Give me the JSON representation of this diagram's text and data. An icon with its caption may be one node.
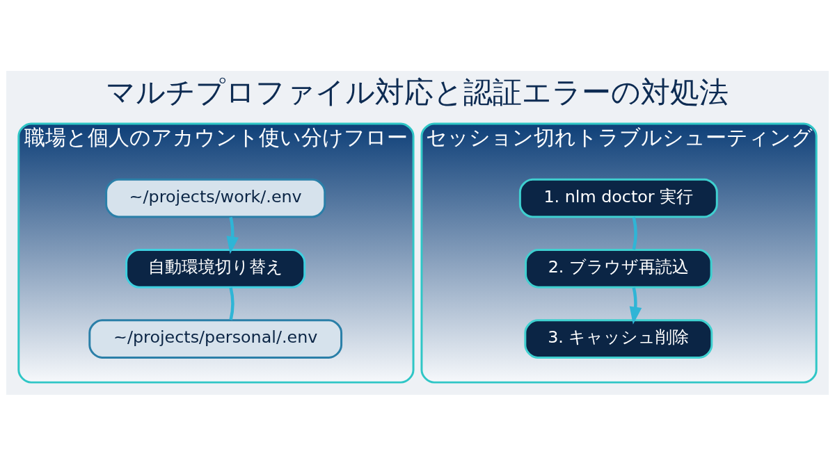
{
  "diagram": {
    "title": "マルチプロファイル対応と認証エラーの対処法",
    "nodes": [
      {
        "text": [
          "職場と個人のアカウント使い分けフロー"
        ]
      },
      {
        "text": [
          "~/projects/work/.env"
        ],
        "in": 0
      },
      {
        "text": [
          "自動環境切り替え"
        ],
        "in": 0
      },
      {
        "text": [
          "~/projects/personal/.env"
        ],
        "in": 0
      },
      {
        "text": [
          "セッション切れトラブルシューティング"
        ]
      },
      {
        "text": [
          "1. nlm doctor 実行"
        ],
        "in": 4
      },
      {
        "text": [
          "2. ブラウザ再読込"
        ],
        "in": 4
      },
      {
        "text": [
          "3. キャッシュ削除"
        ],
        "in": 4
      }
    ],
    "edges": [
      {
        "from": 1,
        "to": 2,
        "arrow": "to"
      },
      {
        "from": 3,
        "to": 2,
        "arrow": "none"
      },
      {
        "from": 5,
        "to": 6,
        "arrow": "none"
      },
      {
        "from": 6,
        "to": 7,
        "arrow": "to"
      }
    ]
  }
}
